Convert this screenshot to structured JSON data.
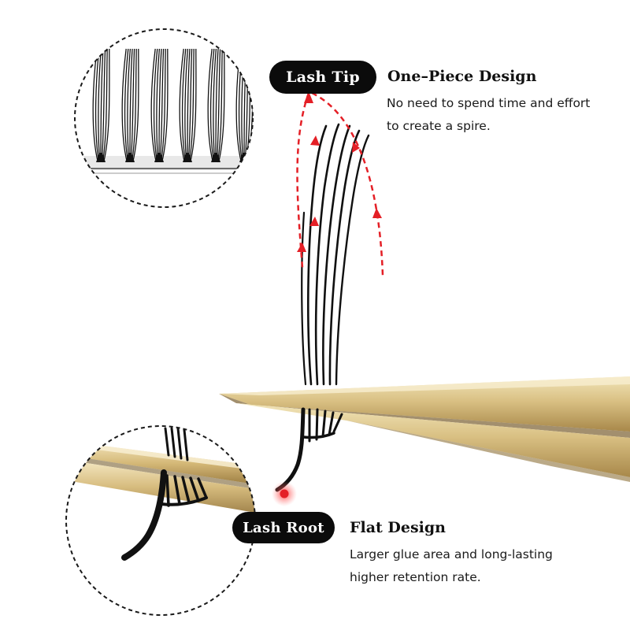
{
  "callouts": {
    "tip": {
      "label": "Lash Tip",
      "heading": "One–Piece Design",
      "description_line1": "No need to spend time and effort",
      "description_line2": "to create a spire."
    },
    "root": {
      "label": "Lash Root",
      "heading": "Flat Design",
      "description_line1": "Larger glue area and long-lasting",
      "description_line2": "higher retention rate."
    }
  },
  "colors": {
    "pill_background": "#0b0b0b",
    "pill_text": "#ffffff",
    "arrow_red": "#e41f26",
    "tweezer_gold": "#d9c083",
    "lash_black": "#101010",
    "circle_border": "#1a1a1a"
  },
  "icons": {
    "root_marker": "red-dot-icon",
    "direction_arrows": "red-dashed-arrow-icon"
  }
}
